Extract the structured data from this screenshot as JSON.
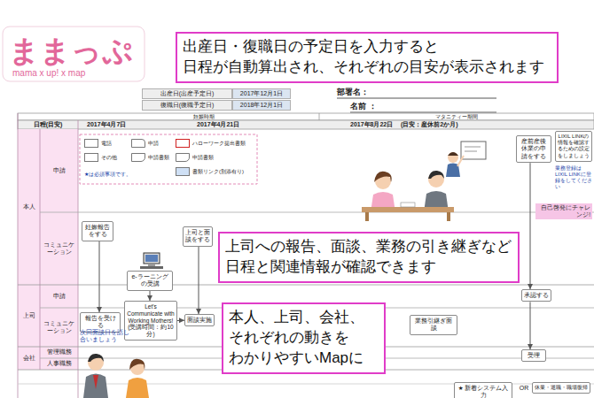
{
  "diagram": {
    "nodes": [
      {
        "text": [
          "出産日・復職日の予定日を入力すると 日程が自動算出され、それぞれの目安が表示されます"
        ]
      },
      {
        "text": [
          "妊娠報告をする"
        ]
      },
      {
        "text": [
          "上司と面談をする"
        ]
      },
      {
        "text": [
          "e-ラーニングの受講"
        ]
      },
      {
        "text": [
          "報告を受ける"
        ]
      },
      {
        "text": [
          "Let's Communicate with Working Mothers!",
          "(受講時間：約10分)"
        ]
      },
      {
        "text": [
          "面談実施"
        ]
      },
      {
        "text": [
          "産前産後休業の申請をする"
        ]
      },
      {
        "text": [
          "LIXIL LINKの情報を確認するための設定をしましょう"
        ]
      },
      {
        "text": [
          "自己啓発にチャレンジ!"
        ]
      },
      {
        "text": [
          "承認する"
        ]
      },
      {
        "text": [
          "業務引継ぎ面談"
        ]
      },
      {
        "text": [
          "受理"
        ]
      },
      {
        "text": [
          "上司への報告、面談、業務の引き継ぎなど 日程と関連情報が確認できます"
        ]
      },
      {
        "text": [
          "本人、上司、会社、 それぞれの動きを わかりやすいMapに"
        ]
      },
      {
        "text": [
          "★ 新着システム入力"
        ]
      },
      {
        "text": [
          "休業・退職・職場復帰"
        ]
      }
    ],
    "edges": [
      {
        "from": 1,
        "to": 4,
        "arrow": "to"
      },
      {
        "from": 3,
        "to": 5,
        "arrow": "to"
      },
      {
        "from": 5,
        "to": 6,
        "arrow": "to"
      },
      {
        "from": 2,
        "to": 6,
        "arrow": "to"
      },
      {
        "from": 7,
        "to": 10,
        "arrow": "to"
      },
      {
        "from": 10,
        "to": 12,
        "arrow": "to"
      }
    ],
    "labels": [
      "ままっぷ",
      "mama x up! x map",
      "出産日(出産予定日)",
      "2017年12月1日",
      "復職日(復職予定日)",
      "2018年12月1日",
      "部署名：",
      "名前 ：",
      "妊娠時期",
      "マタニティー期間",
      "日程(目安)",
      "2017年4月7日",
      "2017年4月21日",
      "2017年8月22日",
      "(目安：産休前2か月)",
      "本人",
      "申請",
      "コミュニケーション",
      "上司",
      "申請",
      "コミュニケーション",
      "会社",
      "管理職務",
      "人事職務",
      "★は必須事項です。",
      "次回面談日を話し合いましょう",
      "業務登録はLIXIL LINKに登録をしてください",
      "OR"
    ],
    "legend": [
      {
        "text": "電話"
      },
      {
        "text": "申請"
      },
      {
        "text": "ハローワーク提出書類"
      },
      {
        "text": "その他"
      },
      {
        "text": "申請書類"
      },
      {
        "text": "申請書類"
      },
      {
        "text": "書類リンク(別添有り)",
        "color": "#cfe0f5"
      }
    ]
  }
}
